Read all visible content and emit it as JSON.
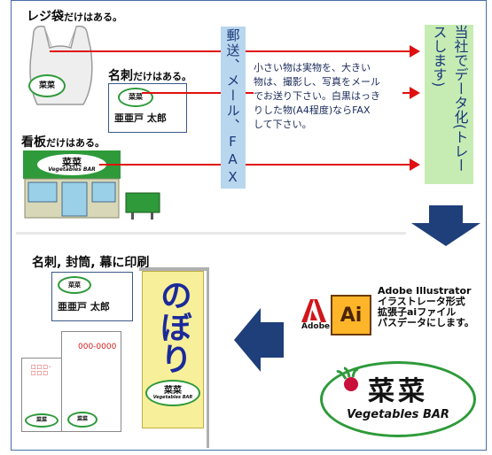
{
  "sections": {
    "bag_label": "レジ袋",
    "bag_suffix": "だけはある。",
    "card_label": "名刺",
    "card_suffix": "だけはある。",
    "sign_label": "看板",
    "sign_suffix": "だけはある。",
    "print_label": "名刺, 封筒, 幕に印刷"
  },
  "method_box": "郵送、メール、FAX",
  "note_lines": [
    "小さい物は実物を、大きい",
    "物は、撮影し、写真をメール",
    "でお送り下さい。白黒はっき",
    "りした物(A4程度)ならFAX",
    "して下さい。"
  ],
  "data_box": "当社でデータ化(トレースします)",
  "business_card_name": "亜亜戸 太郎",
  "card_name_2": "亜亜戸 太郎",
  "envelope_zip": "000-0000",
  "nobori_text": "のぼり",
  "logo": {
    "kanji": "菜菜",
    "english": "Vegetables BAR"
  },
  "adobe": {
    "brand": "Adobe",
    "ai_label": "Ai",
    "lines": [
      "Adobe Illustrator",
      "イラストレータ形式",
      "拡張子aiファイル",
      "パスデータにします。"
    ]
  },
  "colors": {
    "arrow_red": "#e01010",
    "arrow_navy": "#1f3f7a",
    "method_bg": "#b8d6ee",
    "data_bg": "#c6ecb4",
    "logo_green": "#2e9a3a"
  }
}
